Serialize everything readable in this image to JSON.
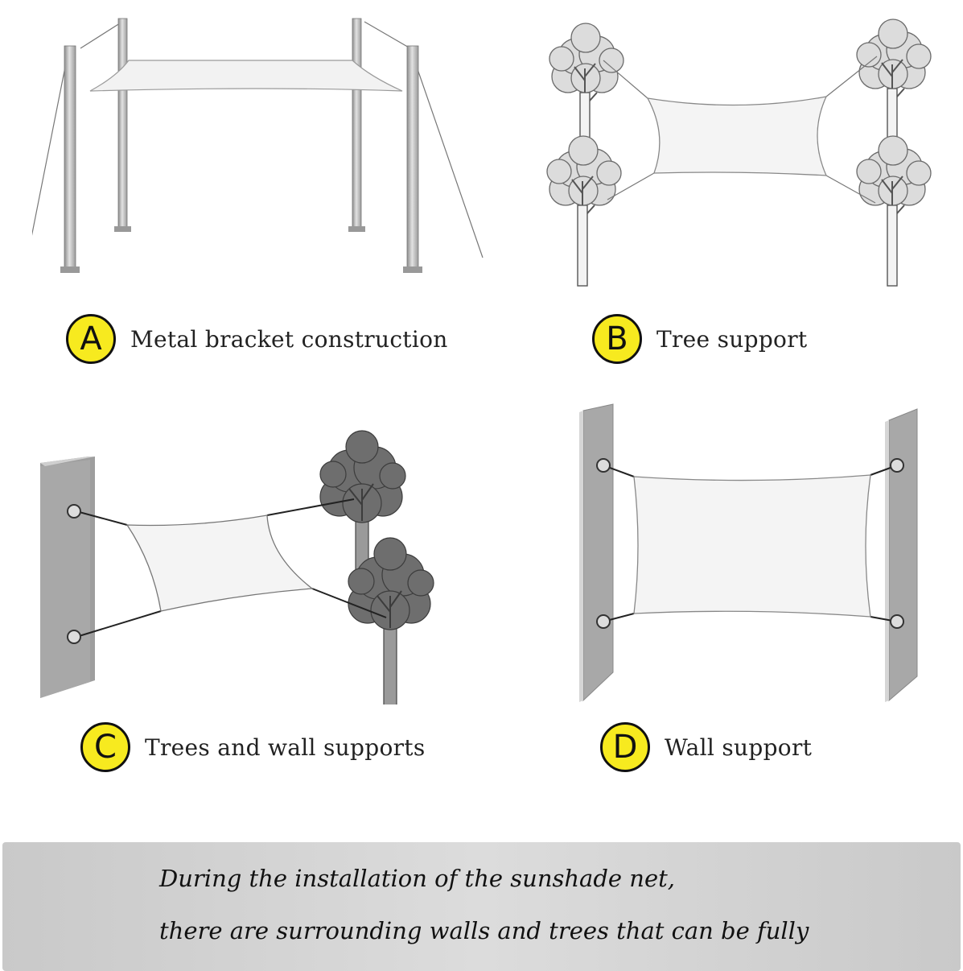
{
  "panels": [
    {
      "letter": "A",
      "caption": "Metal bracket construction",
      "icon": "metal-posts-shade-illustration"
    },
    {
      "letter": "B",
      "caption": "Tree support",
      "icon": "four-trees-shade-illustration"
    },
    {
      "letter": "C",
      "caption": "Trees and wall supports",
      "icon": "wall-and-trees-shade-illustration"
    },
    {
      "letter": "D",
      "caption": "Wall support",
      "icon": "two-walls-shade-illustration"
    }
  ],
  "note": {
    "line1": "During the installation of the sunshade net,",
    "line2": "there are surrounding walls and trees that can be fully"
  },
  "colors": {
    "badge": "#f7ea1f",
    "sail": "#f4f4f4",
    "note_background": "#d3d3d3"
  }
}
